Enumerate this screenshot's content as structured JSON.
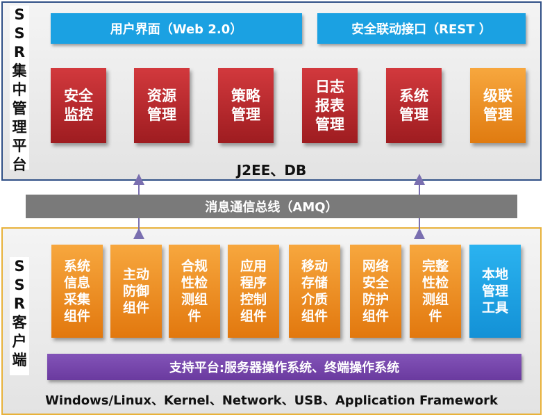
{
  "server": {
    "side_label": "S\nS\nR\n集\n中\n管\n理\n平\n台",
    "user_interface": "用户界面（Web 2.0）",
    "rest_interface": "安全联动接口（REST ）",
    "modules": [
      {
        "label": "安全\n监控"
      },
      {
        "label": "资源\n管理"
      },
      {
        "label": "策略\n管理"
      },
      {
        "label": "日志\n报表\n管理"
      },
      {
        "label": "系统\n管理"
      },
      {
        "label": "级联\n管理"
      }
    ],
    "tech": "J2EE、DB"
  },
  "bus": {
    "label": "消息通信总线（AMQ）"
  },
  "client": {
    "side_label": "S\nS\nR\n客\n户\n端",
    "components": [
      {
        "label": "系统\n信息\n采集\n组件"
      },
      {
        "label": "主动\n防御\n组件"
      },
      {
        "label": "合规\n性检\n测组\n件"
      },
      {
        "label": "应用\n程序\n控制\n组件"
      },
      {
        "label": "移动\n存储\n介质\n组件"
      },
      {
        "label": "网络\n安全\n防护\n组件"
      },
      {
        "label": "完整\n性检\n测组\n件"
      },
      {
        "label": "本地\n管理\n工具"
      }
    ],
    "platform": "支持平台:服务器操作系统、终端操作系统",
    "os_line": "Windows/Linux、Kernel、Network、USB、Application Framework"
  },
  "colors": {
    "server_border": "#2f4f86",
    "client_border": "#e8b23a",
    "interface_blue": "#1ba1e2",
    "module_red": "#b62a2e",
    "module_orange": "#f29b2b",
    "bus_gray": "#7a7a7a",
    "platform_purple": "#7447ab",
    "arrow_purple": "#7a6fb0"
  }
}
